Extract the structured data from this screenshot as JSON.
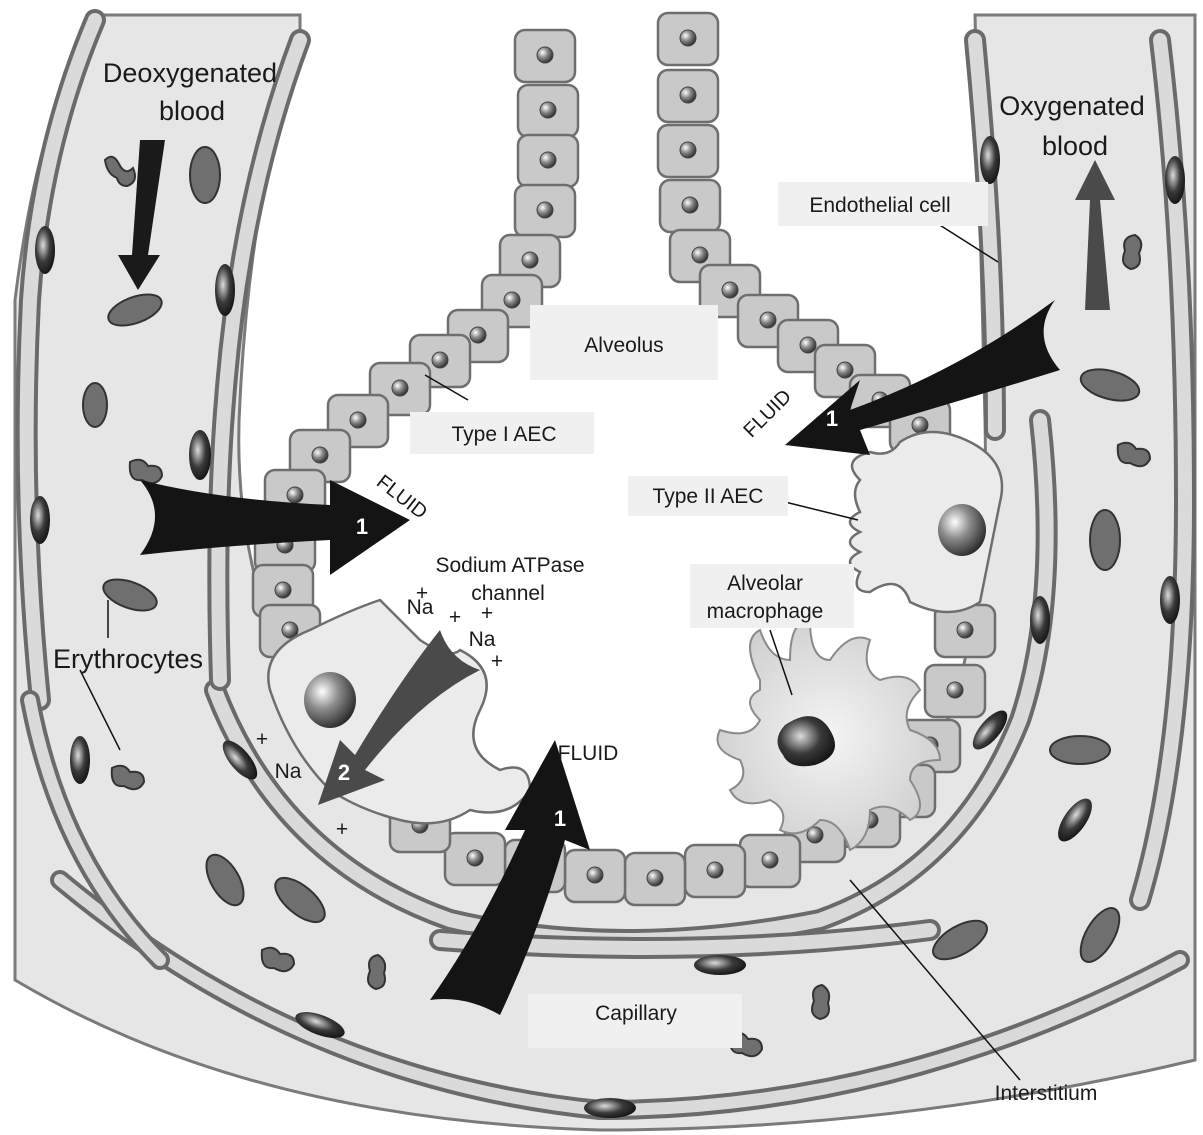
{
  "labels": {
    "deoxygenated_line1": "Deoxygenated",
    "deoxygenated_line2": "blood",
    "oxygenated_line1": "Oxygenated",
    "oxygenated_line2": "blood",
    "endothelial_cell": "Endothelial cell",
    "alveolus": "Alveolus",
    "type1_aec": "Type I AEC",
    "type2_aec": "Type II AEC",
    "fluid_left": "FLUID",
    "fluid_right": "FLUID",
    "fluid_bottom": "FLUID",
    "sodium_line1": "Sodium ATPase",
    "sodium_line2": "channel",
    "erythrocytes": "Erythrocytes",
    "alveolar_line1": "Alveolar",
    "alveolar_line2": "macrophage",
    "capillary": "Capillary",
    "interstitium": "Interstitium",
    "na_1": "Na",
    "na_2": "Na",
    "na_3": "Na",
    "plus": "+",
    "step_1": "1",
    "step_2": "2"
  },
  "colors": {
    "vessel_fill": "#e4e4e4",
    "vessel_edge": "#7a7a7a",
    "cell_fill": "#c9c9c9",
    "cell_edge": "#6e6e6e",
    "rbc_fill": "#707070",
    "arrow_black": "#141414",
    "arrow_dark": "#4a4a4a",
    "label_box": "#f0f0f0"
  }
}
